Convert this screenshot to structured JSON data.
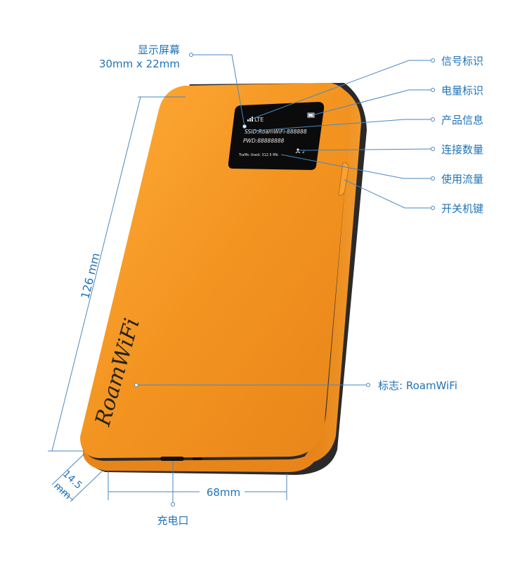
{
  "colors": {
    "accent": "#1f73b7",
    "device_orange": "#f39420",
    "device_dark": "#2a2a2a",
    "screen_bg": "#0b0b0b"
  },
  "labels": {
    "display_title": "显示屏幕",
    "display_size": "30mm x 22mm",
    "signal": "信号标识",
    "battery": "电量标识",
    "product_info": "产品信息",
    "connections": "连接数量",
    "traffic": "使用流量",
    "power_key": "开关机键",
    "logo": "标志: RoamWiFi",
    "charge_port": "充电口"
  },
  "dimensions": {
    "height": "126 mm",
    "width": "68mm",
    "depth_value": "14.5",
    "depth_unit": "mm"
  },
  "screen": {
    "network": "LTE",
    "ssid": "SSID:RoamWiFi-888888",
    "pwd": "PWD:88888888",
    "traffic": "Traffic Used: 312.5 Mb",
    "connections": "2"
  },
  "logo_text": "RoamWiFi",
  "icons": [
    "signal-icon",
    "battery-icon",
    "users-icon"
  ]
}
